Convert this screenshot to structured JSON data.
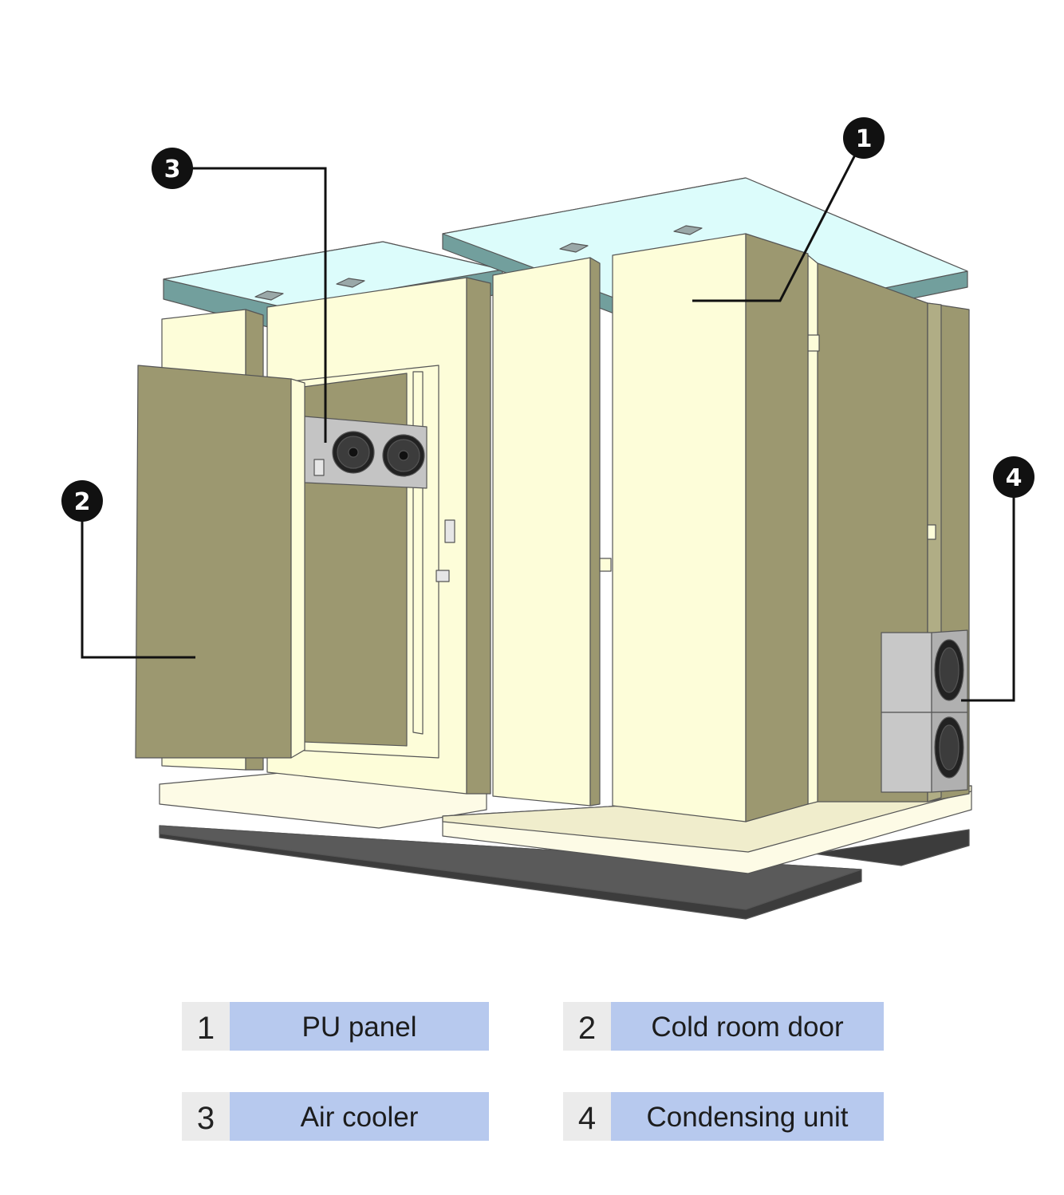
{
  "callouts": [
    {
      "id": "1",
      "label": "1"
    },
    {
      "id": "2",
      "label": "2"
    },
    {
      "id": "3",
      "label": "3"
    },
    {
      "id": "4",
      "label": "4"
    }
  ],
  "legend": [
    {
      "number": "1",
      "label": "PU panel"
    },
    {
      "number": "2",
      "label": "Cold room door"
    },
    {
      "number": "3",
      "label": "Air cooler"
    },
    {
      "number": "4",
      "label": "Condensing unit"
    }
  ],
  "colors": {
    "panel_front": "#fdfdd9",
    "panel_shade": "#9c9870",
    "roof_top": "#dcfcfb",
    "roof_side": "#729f9d",
    "floor": "#fdfbe6",
    "base": "#4a4a4a",
    "unit_metal": "#c0c0c0",
    "legend_number_bg": "#ebebeb",
    "legend_label_bg": "#b7c9ee"
  }
}
